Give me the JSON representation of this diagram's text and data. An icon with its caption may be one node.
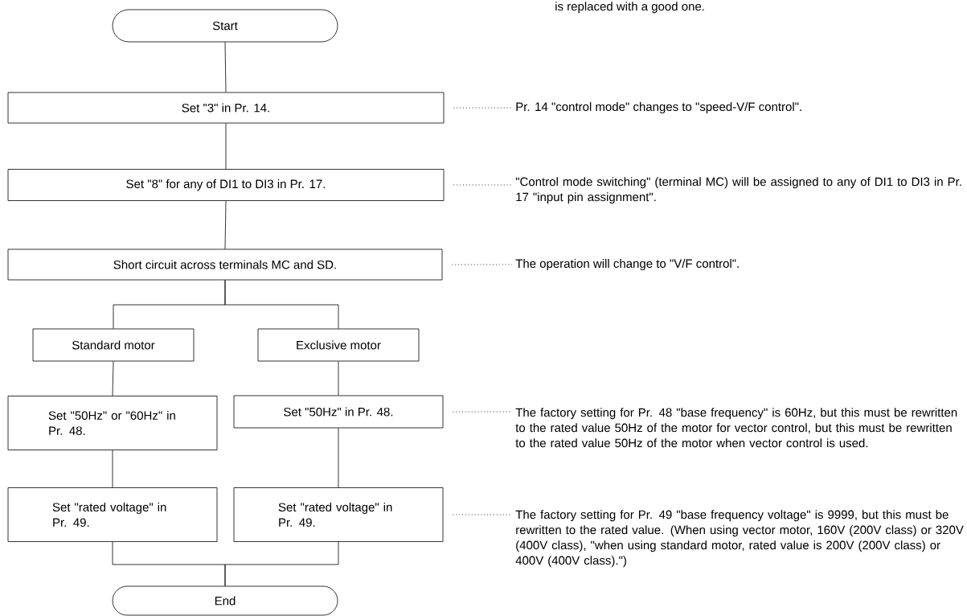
{
  "diagram": {
    "nodes": [
      {
        "text": [
          "Start"
        ]
      },
      {
        "text": [
          "Set \"3\" in Pr. 14."
        ]
      },
      {
        "text": [
          "Set \"8\" for any of DI1 to DI3 in Pr. 17."
        ]
      },
      {
        "text": [
          "Short circuit across terminals MC and SD."
        ]
      },
      {
        "text": [
          "Standard motor"
        ]
      },
      {
        "text": [
          "Exclusive motor"
        ]
      },
      {
        "text": [
          "Set \"50Hz\" or \"60Hz\" in Pr. 48."
        ]
      },
      {
        "text": [
          "Set \"50Hz\" in Pr. 48."
        ]
      },
      {
        "text": [
          "Set \"rated voltage\" in Pr. 49."
        ]
      },
      {
        "text": [
          "Set \"rated voltage\" in Pr. 49."
        ]
      },
      {
        "text": [
          "End"
        ]
      },
      {
        "text": [
          "Pr. 14 \"control mode\" changes to \"speed-V/F control\"."
        ]
      },
      {
        "text": [
          "\"Control mode switching\" (terminal MC) will be assigned to any of DI1 to DI3 in Pr. 17 \"input pin assignment\"."
        ]
      },
      {
        "text": [
          "The operation will change to \"V/F control\"."
        ]
      },
      {
        "text": [
          "The factory setting for Pr. 48 \"base frequency\" is 60Hz, but this must be rewritten to the rated value 50Hz of the motor for vector control, but this must be rewritten to the rated value 50Hz of the motor when vector control is used."
        ]
      },
      {
        "text": [
          "The factory setting for Pr. 49 \"base frequency voltage\" is 9999, but this must be rewritten to the rated value. (When using vector motor, 160V (200V class) or 320V (400V class), \"when using standard motor, rated value is 200V (200V class) or 400V (400V class).\")"
        ]
      }
    ],
    "edges": [
      {
        "from": 0,
        "to": 1,
        "arrow": "none"
      },
      {
        "from": 1,
        "to": 2,
        "arrow": "none"
      },
      {
        "from": 2,
        "to": 3,
        "arrow": "none"
      },
      {
        "from": 3,
        "to": 4,
        "arrow": "none"
      },
      {
        "from": 3,
        "to": 5,
        "arrow": "none"
      },
      {
        "from": 4,
        "to": 6,
        "arrow": "none"
      },
      {
        "from": 5,
        "to": 7,
        "arrow": "none"
      },
      {
        "from": 6,
        "to": 8,
        "arrow": "none"
      },
      {
        "from": 7,
        "to": 9,
        "arrow": "none"
      },
      {
        "from": 8,
        "to": 10,
        "arrow": "none"
      },
      {
        "from": 9,
        "to": 10,
        "arrow": "none"
      },
      {
        "from": 1,
        "to": 11,
        "arrow": "none",
        "style": "dashed"
      },
      {
        "from": 2,
        "to": 12,
        "arrow": "none",
        "style": "dashed"
      },
      {
        "from": 3,
        "to": 13,
        "arrow": "none",
        "style": "dashed"
      },
      {
        "from": 7,
        "to": 14,
        "arrow": "none",
        "style": "dashed"
      },
      {
        "from": 9,
        "to": 15,
        "arrow": "none",
        "style": "dashed"
      }
    ],
    "labels": [
      "is replaced with a good one."
    ]
  }
}
